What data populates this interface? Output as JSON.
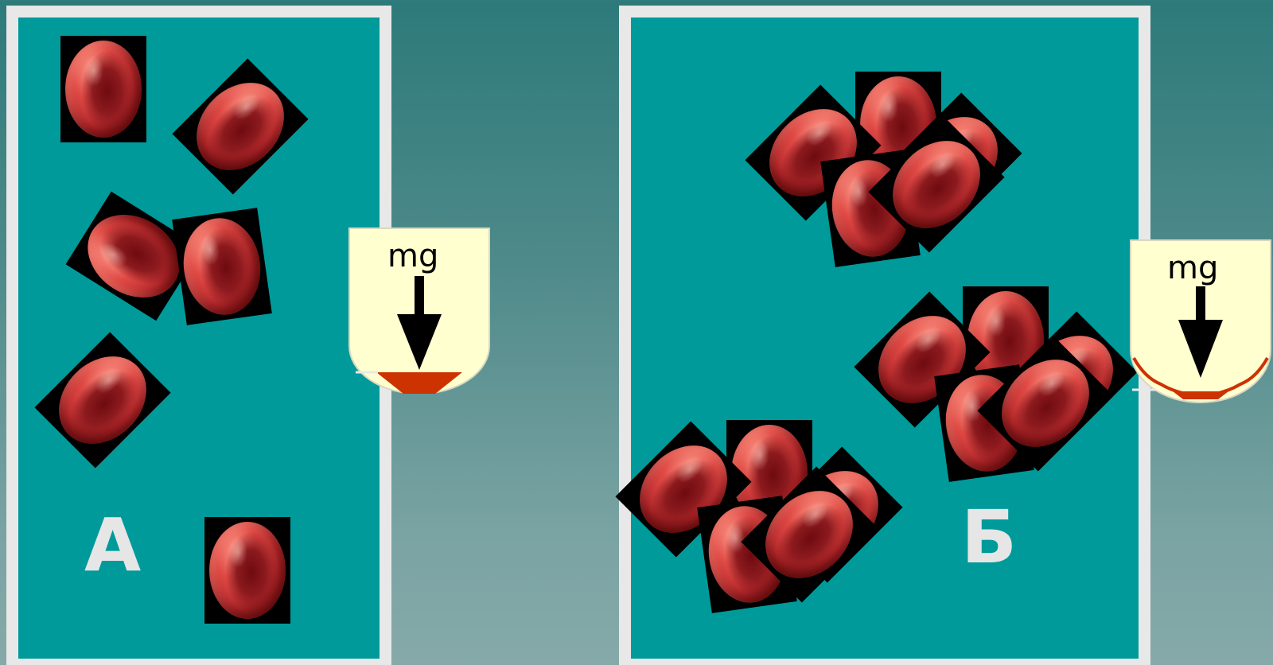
{
  "panels": {
    "a": {
      "label": "А"
    },
    "b": {
      "label": "Б"
    }
  },
  "tubes": {
    "a": {
      "force_label": "mg"
    },
    "b": {
      "force_label": "mg"
    }
  },
  "colors": {
    "panel_fill": "#009a9a",
    "panel_border": "#e8e8e8",
    "tube_fill": "#ffffd0",
    "sediment": "#cc3300",
    "arrow": "#000000"
  }
}
